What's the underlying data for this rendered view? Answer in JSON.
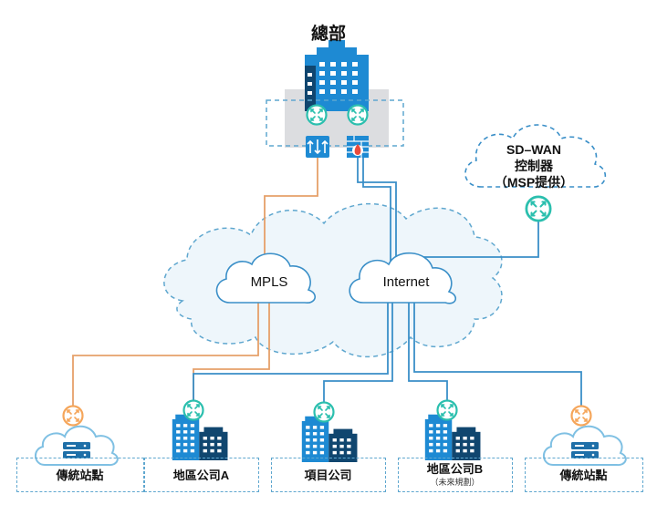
{
  "headquarters": {
    "title": "總部"
  },
  "controller": {
    "line1": "SD–WAN",
    "line2": "控制器",
    "line3": "（MSP提供）"
  },
  "networks": {
    "mpls": "MPLS",
    "internet": "Internet"
  },
  "sites": [
    {
      "label": "傳統站點",
      "sub": ""
    },
    {
      "label": "地區公司A",
      "sub": ""
    },
    {
      "label": "項目公司",
      "sub": ""
    },
    {
      "label": "地區公司B",
      "sub": "（未來規劃）"
    },
    {
      "label": "傳統站點",
      "sub": ""
    }
  ],
  "colors": {
    "mpls_link": "#e6a06a",
    "internet_link": "#3a8fc8",
    "dashed": "#5fa7cf",
    "building_light": "#1e8ad3",
    "building_dark": "#10466f",
    "router_teal": "#2bbfae",
    "router_orange": "#f5a65b"
  },
  "icons": [
    "building-icon",
    "router-icon",
    "switch-icon",
    "firewall-icon",
    "server-icon",
    "cloud-icon"
  ]
}
